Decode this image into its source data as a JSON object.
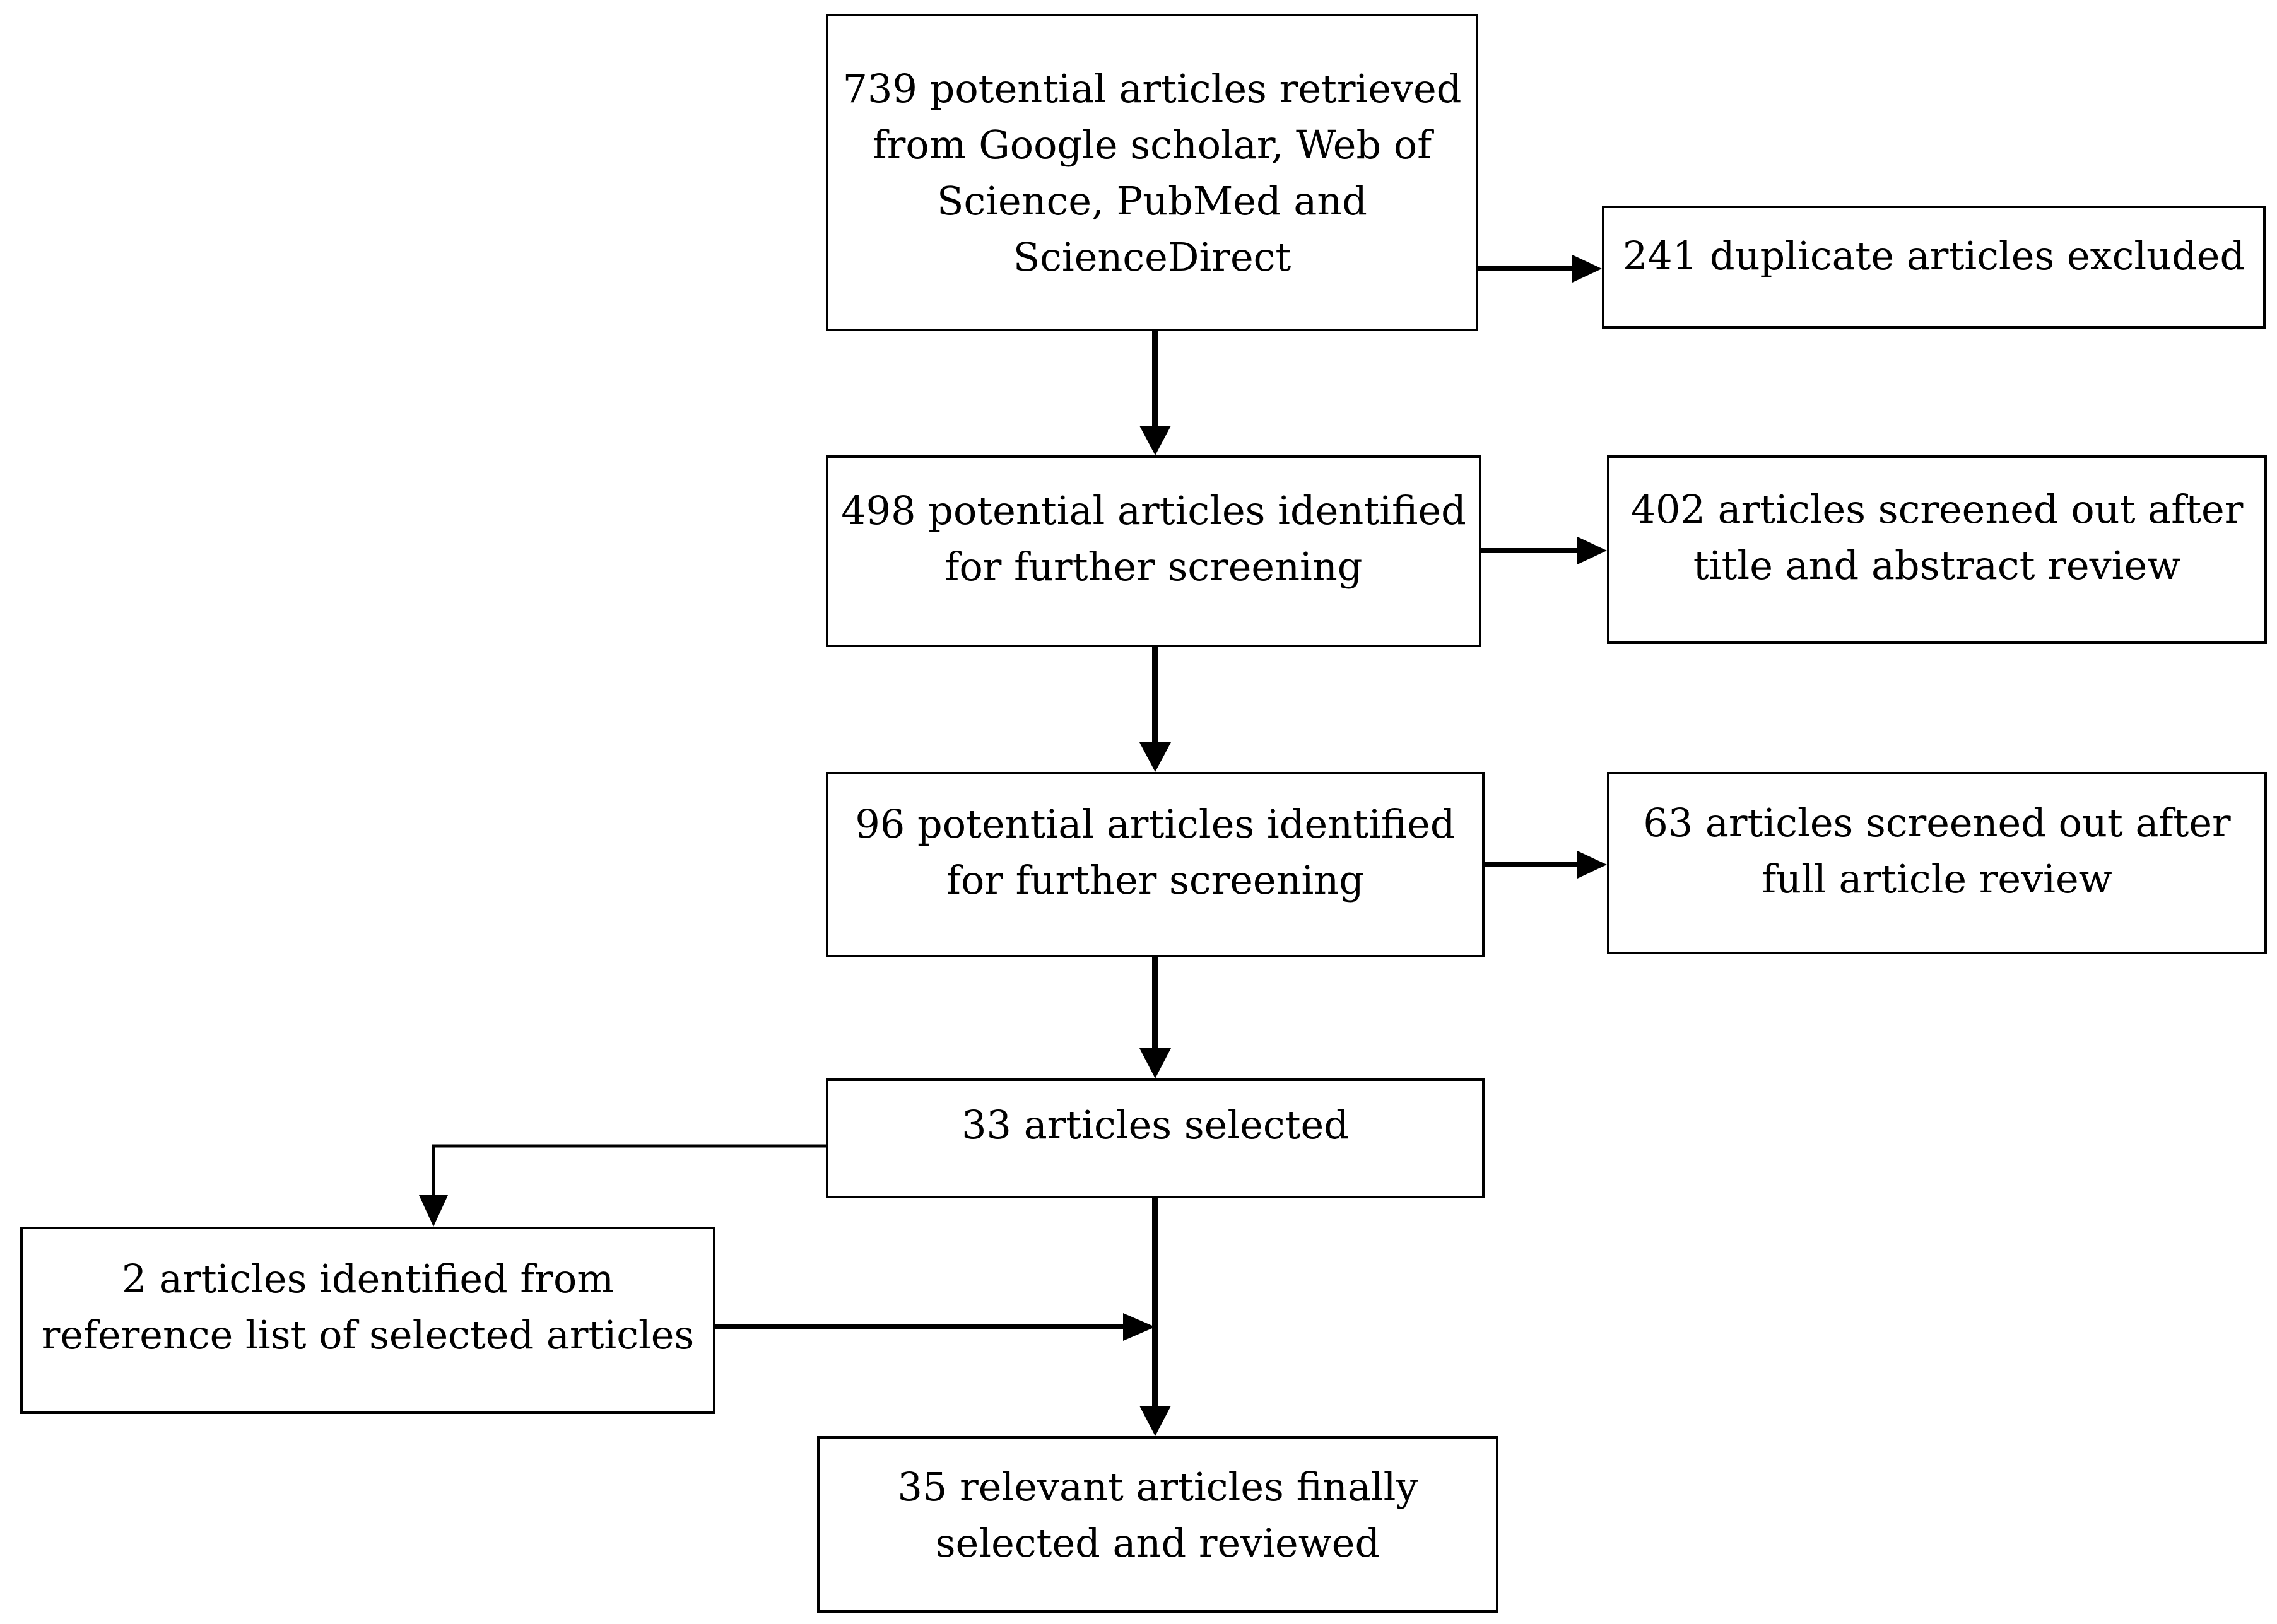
{
  "flowchart": {
    "boxes": {
      "retrieved": "739 potential articles retrieved\nfrom Google scholar, Web of\nScience, PubMed and\nScienceDirect",
      "duplicates": "241 duplicate articles excluded",
      "identified_498": "498 potential articles identified\nfor further screening",
      "screened_402": "402 articles screened out after\ntitle and abstract review",
      "identified_96": "96 potential articles identified\nfor further screening",
      "screened_63": "63 articles screened out after\nfull article review",
      "selected_33": "33 articles selected",
      "reference_2": "2 articles identified from\nreference list of selected articles",
      "final_35": "35 relevant articles finally\nselected and reviewed"
    },
    "colors": {
      "line": "#000000",
      "box_fill": "#ffffff"
    }
  }
}
